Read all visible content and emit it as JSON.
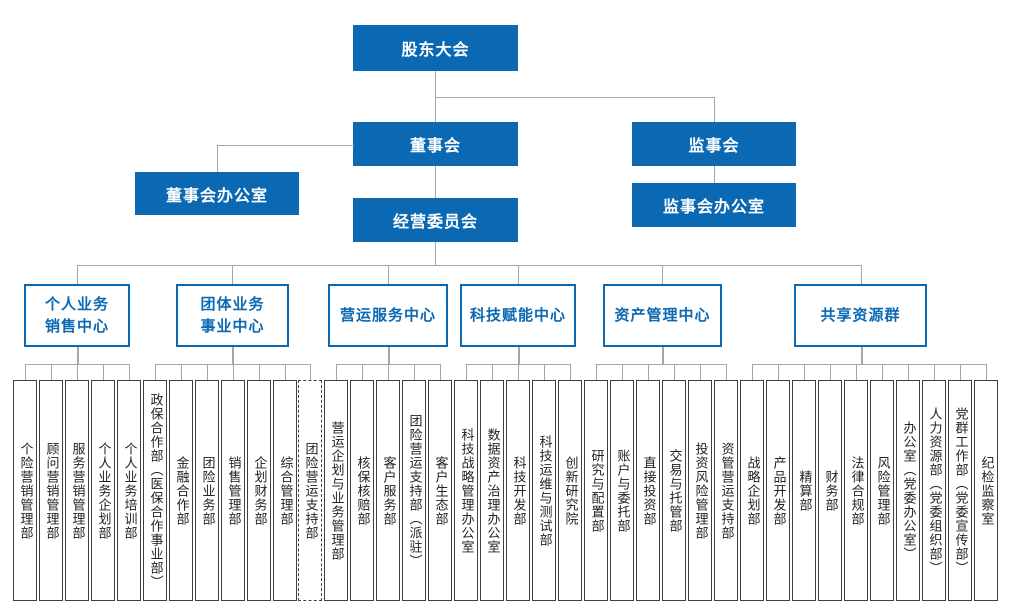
{
  "org": {
    "root": {
      "label": "股东大会"
    },
    "board": {
      "label": "董事会"
    },
    "board_office": {
      "label": "董事会办公室"
    },
    "supervisory_board": {
      "label": "监事会"
    },
    "supervisory_board_office": {
      "label": "监事会办公室"
    },
    "management_committee": {
      "label": "经营委员会"
    },
    "centers": [
      {
        "label": "个人业务销售中心",
        "display": "个人业务\n销售中心",
        "departments": [
          {
            "label": "个险营销管理部"
          },
          {
            "label": "顾问营销管理部"
          },
          {
            "label": "服务营销管理部"
          },
          {
            "label": "个人业务企划部"
          },
          {
            "label": "个人业务培训部"
          }
        ]
      },
      {
        "label": "团体业务事业中心",
        "display": "团体业务\n事业中心",
        "departments": [
          {
            "label": "政保合作部（医保合作事业部）"
          },
          {
            "label": "金融合作部"
          },
          {
            "label": "团险业务部"
          },
          {
            "label": "销售管理部"
          },
          {
            "label": "企划财务部"
          },
          {
            "label": "综合管理部"
          },
          {
            "label": "团险营运支持部",
            "dashed": true
          }
        ]
      },
      {
        "label": "营运服务中心",
        "display": "营运服务中心",
        "departments": [
          {
            "label": "营运企划与业务管理部"
          },
          {
            "label": "核保核赔部"
          },
          {
            "label": "客户服务部"
          },
          {
            "label": "团险营运支持部（派驻）"
          },
          {
            "label": "客户生态部"
          }
        ]
      },
      {
        "label": "科技赋能中心",
        "display": "科技赋能中心",
        "departments": [
          {
            "label": "科技战略管理办公室"
          },
          {
            "label": "数据资产治理办公室"
          },
          {
            "label": "科技开发部"
          },
          {
            "label": "科技运维与测试部"
          },
          {
            "label": "创新研究院"
          }
        ]
      },
      {
        "label": "资产管理中心",
        "display": "资产管理中心",
        "departments": [
          {
            "label": "研究与配置部"
          },
          {
            "label": "账户与委托部"
          },
          {
            "label": "直接投资部"
          },
          {
            "label": "交易与托管部"
          },
          {
            "label": "投资风险管理部"
          },
          {
            "label": "资管营运支持部"
          }
        ]
      },
      {
        "label": "共享资源群",
        "display": "共享资源群",
        "departments": [
          {
            "label": "战略企划部"
          },
          {
            "label": "产品开发部"
          },
          {
            "label": "精算部"
          },
          {
            "label": "财务部"
          },
          {
            "label": "法律合规部"
          },
          {
            "label": "风险管理部"
          },
          {
            "label": "办公室（党委办公室）"
          },
          {
            "label": "人力资源部（党委组织部）"
          },
          {
            "label": "党群工作部（党委宣传部）"
          },
          {
            "label": "纪检监察室"
          }
        ]
      }
    ]
  },
  "colors": {
    "primary_blue": "#0B68B2",
    "connector_gray": "#A6A6A6",
    "department_border": "#404040",
    "department_text": "#222222",
    "background": "#FFFFFF"
  }
}
